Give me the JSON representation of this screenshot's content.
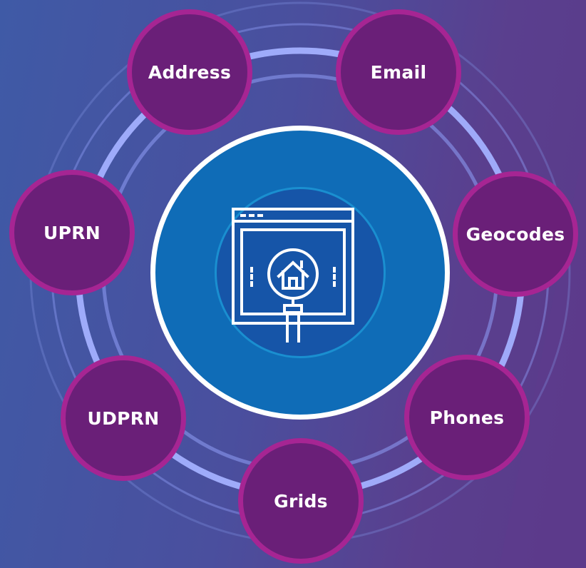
{
  "diagram": {
    "center": {
      "icon": "house-search-browser-icon"
    },
    "nodes": [
      {
        "id": "address",
        "label": "Address"
      },
      {
        "id": "email",
        "label": "Email"
      },
      {
        "id": "uprn",
        "label": "UPRN"
      },
      {
        "id": "geocodes",
        "label": "Geocodes"
      },
      {
        "id": "udprn",
        "label": "UDPRN"
      },
      {
        "id": "phones",
        "label": "Phones"
      },
      {
        "id": "grids",
        "label": "Grids"
      }
    ],
    "colors": {
      "node_fill": "#6a1f78",
      "node_border": "#a62593",
      "hub_fill": "#0f6cb7",
      "hub_border": "#ffffff",
      "ring": "#9aa7ff"
    }
  }
}
